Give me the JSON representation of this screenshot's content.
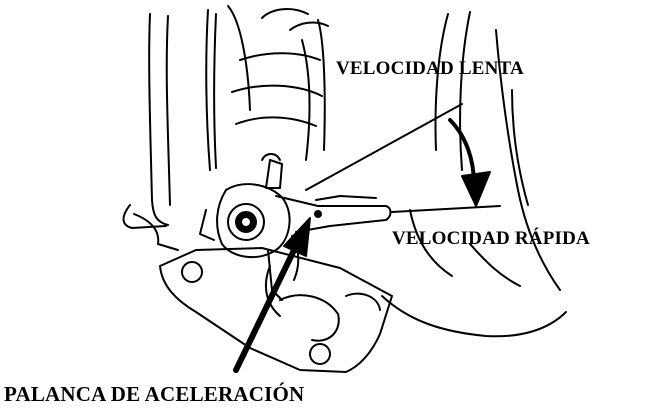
{
  "labels": {
    "slow_speed": "VELOCIDAD LENTA",
    "fast_speed": "VELOCIDAD RÁPIDA",
    "throttle_lever": "PALANCA DE ACELERACIÓN"
  },
  "colors": {
    "ink": "#000000",
    "paper": "#ffffff"
  }
}
